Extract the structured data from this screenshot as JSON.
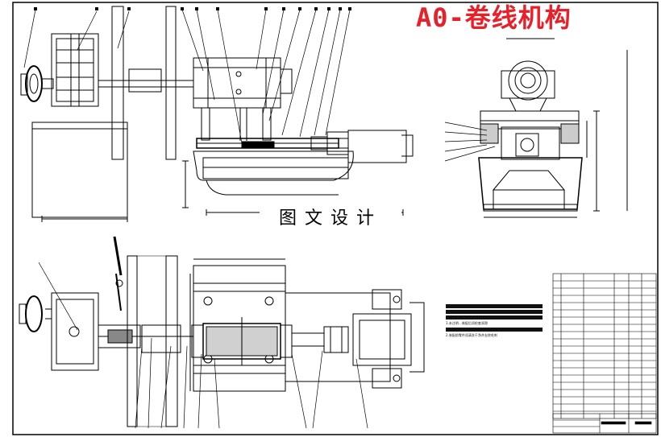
{
  "title": {
    "text": "A0-卷线机构",
    "color": "#e8202a"
  },
  "watermark": {
    "text": "图文设计"
  },
  "notes": [
    "1.未注明…装配后须检查润滑",
    "2.装配前零件须清洗干净并去除毛刺"
  ],
  "colors": {
    "line": "#000000",
    "background": "#ffffff",
    "title": "#e8202a"
  }
}
